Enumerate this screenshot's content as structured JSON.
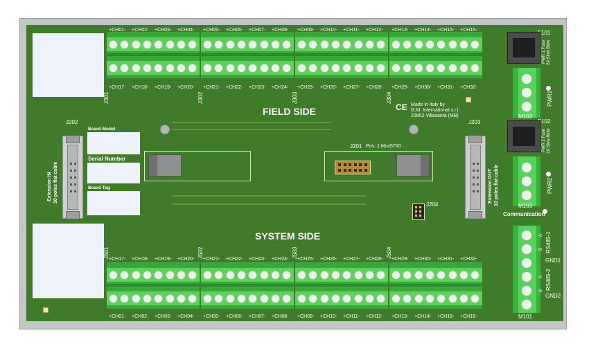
{
  "top_terminals": {
    "row_top": [
      {
        "ref": "J301",
        "channels": [
          "+CH01-",
          "+CH02-",
          "+CH03-",
          "+CH04-"
        ]
      },
      {
        "ref": "J302",
        "channels": [
          "+CH05-",
          "+CH06-",
          "+CH07-",
          "+CH08-"
        ]
      },
      {
        "ref": "J303",
        "channels": [
          "+CH09-",
          "+CH10-",
          "+CH11-",
          "+CH12-"
        ]
      },
      {
        "ref": "J304",
        "channels": [
          "+CH13-",
          "+CH14-",
          "+CH15-",
          "+CH16-"
        ]
      }
    ],
    "row_bottom": [
      {
        "channels": [
          "+CH17-",
          "+CH18-",
          "+CH19-",
          "+CH20-"
        ]
      },
      {
        "channels": [
          "+CH21-",
          "+CH22-",
          "+CH23-",
          "+CH24-"
        ]
      },
      {
        "channels": [
          "+CH25-",
          "+CH26-",
          "+CH27-",
          "+CH28-"
        ]
      },
      {
        "channels": [
          "+CH29-",
          "+CH30-",
          "+CH31-",
          "+CH32-"
        ]
      }
    ]
  },
  "bottom_terminals": {
    "row_top": [
      {
        "ref": "J501",
        "channels": [
          "+CH17-",
          "+CH18-",
          "+CH19-",
          "+CH20-"
        ]
      },
      {
        "ref": "J502",
        "channels": [
          "+CH21-",
          "+CH22-",
          "+CH23-",
          "+CH24-"
        ]
      },
      {
        "ref": "J503",
        "channels": [
          "+CH25-",
          "+CH26-",
          "+CH27-",
          "+CH28-"
        ]
      },
      {
        "ref": "J504",
        "channels": [
          "+CH29-",
          "+CH30-",
          "+CH31-",
          "+CH32-"
        ]
      }
    ],
    "row_bottom": [
      {
        "channels": [
          "+CH01-",
          "+CH02-",
          "+CH03-",
          "+CH04-"
        ]
      },
      {
        "channels": [
          "+CH05-",
          "+CH06-",
          "+CH07-",
          "+CH08-"
        ]
      },
      {
        "channels": [
          "+CH09-",
          "+CH10-",
          "+CH11-",
          "+CH12-"
        ]
      },
      {
        "channels": [
          "+CH13-",
          "+CH14-",
          "+CH15-",
          "+CH16-"
        ]
      }
    ]
  },
  "sections": {
    "field": "FIELD SIDE",
    "system": "SYSTEM SIDE"
  },
  "manufacturer": {
    "ce": "CE",
    "line1": "Made in Italy by",
    "line2": "G.M. International s.r.l.",
    "line3": "20852 Villasanta (MB)"
  },
  "left_panel": {
    "j202": "J202",
    "ext_in_1": "Extension IN",
    "ext_in_2": "10 poles flat cable",
    "board_model": "Board Model",
    "serial_number": "Serial Number",
    "board_tag": "Board Tag"
  },
  "center": {
    "j201": "J201",
    "pos": "Pos. 1 Mux5700",
    "j204": "J204"
  },
  "right_panel": {
    "j203": "J203",
    "ext_out_1": "Extension OUT",
    "ext_out_2": "10 poles flat cable",
    "f101": "F101",
    "f101_rating_1": "PWR 1 Fuse",
    "f101_rating_2": "2A Slow Blow",
    "pwr1": "PWR1",
    "m102": "M102",
    "f102": "F102",
    "f102_rating_1": "PWR 2 Fuse",
    "f102_rating_2": "2A Slow Blow",
    "pwr2": "PWR2",
    "m103": "M103",
    "communication": "Communication",
    "rs485_1": "RS485-1",
    "gnd1": "GND1",
    "rs485_2": "RS485-2",
    "gnd2": "GND2",
    "m101": "M101",
    "pin_a": "A",
    "pin_b": "B"
  },
  "colors": {
    "pcb": "#3f7b2b",
    "terminal": "#5bd25a",
    "terminal_dark": "#39a838",
    "label_pad": "#eef3fb",
    "rail": "#c3c6c4"
  }
}
